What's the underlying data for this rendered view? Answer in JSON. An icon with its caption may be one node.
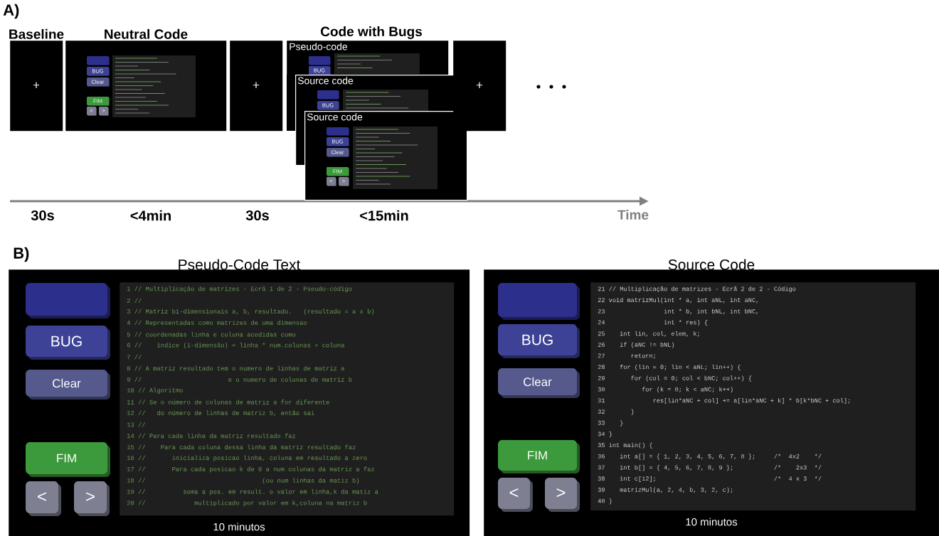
{
  "diagram": {
    "nodes": [
      {
        "text": [
          "Baseline",
          "+"
        ]
      },
      {
        "text": [
          "Neutral Code"
        ]
      },
      {
        "text": [],
        "shape": "box",
        "in": 1
      },
      {
        "text": [
          "BUG"
        ],
        "in": 1
      },
      {
        "text": [
          "Clear"
        ],
        "in": 1
      },
      {
        "text": [
          "FIM"
        ],
        "in": 1
      },
      {
        "text": [
          "<"
        ],
        "in": 1
      },
      {
        "text": [
          ">"
        ],
        "in": 1
      },
      {
        "text": [
          "+"
        ]
      },
      {
        "text": [
          "Pseudo-code"
        ]
      },
      {
        "text": [],
        "shape": "box",
        "in": 9
      },
      {
        "text": [
          "BUG"
        ],
        "in": 9
      },
      {
        "text": [
          "Source code"
        ]
      },
      {
        "text": [],
        "shape": "box",
        "in": 12
      },
      {
        "text": [
          "BUG"
        ],
        "in": 12
      },
      {
        "text": [
          "Source code"
        ]
      },
      {
        "text": [],
        "shape": "box"
      },
      {
        "text": [
          "BUG"
        ]
      },
      {
        "text": [
          "Clear"
        ]
      },
      {
        "text": [
          "FIM"
        ],
        "in": 15
      },
      {
        "text": [
          "<"
        ],
        "in": 15
      },
      {
        "text": [
          ">"
        ],
        "in": 15
      },
      {
        "text": [
          "+"
        ]
      },
      {
        "text": [
          "Pseudo-Code Text",
          "10 minutos"
        ]
      },
      {
        "text": [],
        "shape": "box",
        "in": 23
      },
      {
        "text": [
          "BUG"
        ],
        "in": 23
      },
      {
        "text": [
          "Clear"
        ],
        "in": 23
      },
      {
        "text": [
          "FIM"
        ],
        "in": 23
      },
      {
        "text": [
          "<"
        ],
        "in": 23
      },
      {
        "text": [
          ">"
        ],
        "in": 23
      },
      {
        "text": [
          "1 // Multiplicação de matrizes - Ecrã 1 de 2 - Pseudo-código",
          "2 //",
          "3 // Matriz bi-dimensionais a, b, resultado.   (resultado = a x b)",
          "4 // Representadas como matrizes de uma dimensao",
          "5 // coordenadas linha e coluna acedidas como",
          "6 //    indice (1-dimensão) = linha * num.colunas + coluna",
          "7 //",
          "8 // A matriz resultado tem o numero de linhas de matriz a",
          "9 //                       e o numero de colunas de matriz b",
          "10 // Algoritmo",
          "11 // Se o número de colunas de matriz a for diferente",
          "12 //   do número de linhas de matriz b, então sai",
          "13 //",
          "14 // Para cada linha da matriz resultado faz",
          "15 //    Para cada coluna dessa linha da matriz resultado faz",
          "16 //       inicializa posicao linha, coluna em resultado a zero",
          "17 //       Para cada posicao k de 0 a num colunas da matriz a faz",
          "18 //                               (ou num linhas da matiz b)",
          "19 //          soma a pos. em result. o valor em linha,k da matiz a",
          "20 //             multiplicado por valor em k,coluna na matriz b"
        ],
        "in": 23
      },
      {
        "text": [
          "Source Code",
          "10 minutos"
        ]
      },
      {
        "text": [],
        "shape": "box",
        "in": 31
      },
      {
        "text": [
          "BUG"
        ],
        "in": 31
      },
      {
        "text": [
          "Clear"
        ],
        "in": 31
      },
      {
        "text": [
          "FIM"
        ],
        "in": 31
      },
      {
        "text": [
          "<"
        ],
        "in": 31
      },
      {
        "text": [
          ">"
        ],
        "in": 31
      },
      {
        "text": [
          "21 // Multiplicação de matrizes - Ecrã 2 de 2 - Código",
          "22 void matrizMul(int * a, int aNL, int aNC,",
          "23                int * b, int bNL, int bNC,",
          "24                int * res) {",
          "25    int lin, col, elem, k;",
          "26    if (aNC != bNL)",
          "27       return;",
          "28    for (lin = 0; lin < aNL; lin++) {",
          "29       for (col = 0; col < bNC; col++) {",
          "30          for (k = 0; k < aNC; k++)",
          "31             res[lin*aNC + col] += a[lin*aNC + k] * b[k*bNC + col];",
          "32       }",
          "33    }",
          "34 }",
          "35 int main() {",
          "36    int a[] = { 1, 2, 3, 4, 5, 6, 7, 8 };     /*  4x2    */",
          "37    int b[] = { 4, 5, 6, 7, 8, 9 };           /*    2x3  */",
          "38    int c[12];                                /*  4 x 3  */",
          "39    matrizMul(a, 2, 4, b, 3, 2, c);",
          "40 }"
        ],
        "in": 31
      }
    ],
    "labels": [
      "A)",
      "Code with Bugs",
      "30s",
      "<4min",
      "30s",
      "<15min",
      "Time",
      "B)"
    ]
  }
}
